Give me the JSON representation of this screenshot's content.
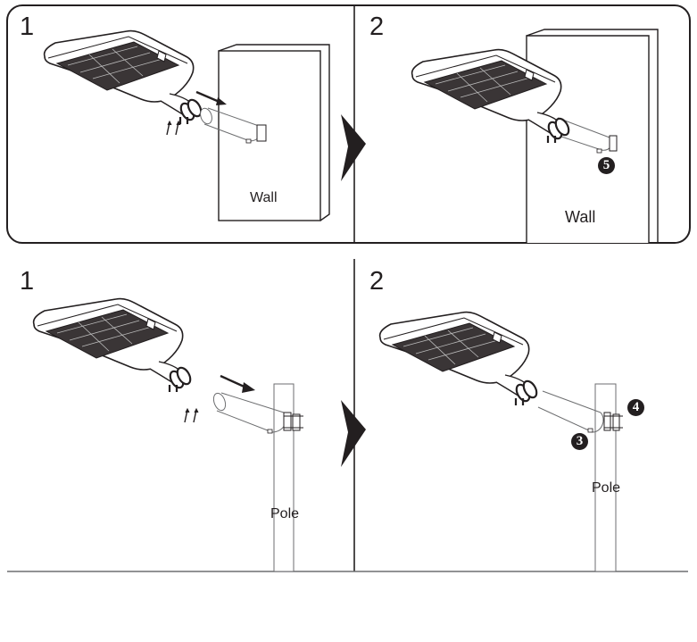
{
  "colors": {
    "ink": "#231f20",
    "thin_line": "#6d6e70",
    "background": "#ffffff"
  },
  "wall_mount": {
    "step1": {
      "number": "1",
      "surface_label": "Wall"
    },
    "step2": {
      "number": "2",
      "surface_label": "Wall",
      "callouts": [
        "5"
      ]
    }
  },
  "pole_mount": {
    "step1": {
      "number": "1",
      "surface_label": "Pole"
    },
    "step2": {
      "number": "2",
      "surface_label": "Pole",
      "callouts": [
        "3",
        "4"
      ]
    }
  },
  "icons": {
    "next_step": "chevron-right-icon",
    "insert_direction": "arrow-right-down-icon",
    "tighten_screws": "arrow-up-icon"
  }
}
